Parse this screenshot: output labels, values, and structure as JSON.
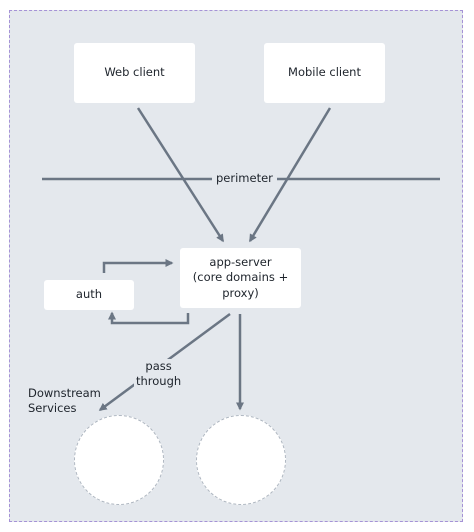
{
  "nodes": {
    "web_client": "Web client",
    "mobile_client": "Mobile client",
    "app_server_line1": "app-server",
    "app_server_line2": "(core domains +",
    "app_server_line3": "proxy)",
    "auth": "auth"
  },
  "labels": {
    "perimeter": "perimeter",
    "pass_through_line1": "pass",
    "pass_through_line2": "through",
    "downstream_line1": "Downstream",
    "downstream_line2": "Services"
  },
  "colors": {
    "background": "#e4e8ed",
    "frame_border": "#a592d6",
    "edge": "#6b7684",
    "node_fill": "#ffffff"
  }
}
